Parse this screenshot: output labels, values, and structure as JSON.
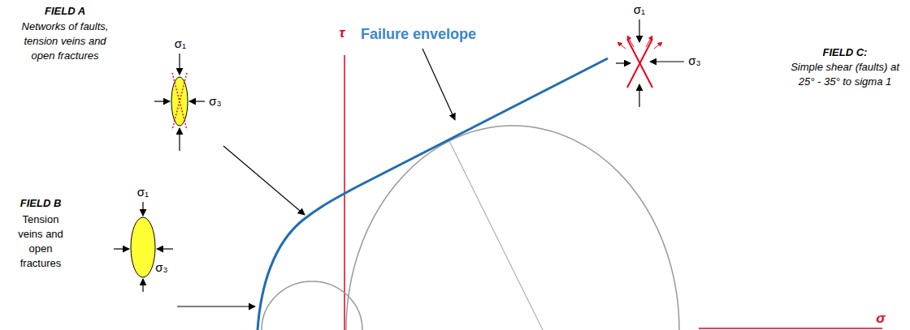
{
  "diagram": {
    "labels": [
      "τ",
      "Failure envelope",
      "FIELD A",
      "Networks of faults, tension veins and open fractures",
      "σ₁",
      "σ₃",
      "FIELD B",
      "Tension veins and open fractures",
      "σ₁",
      "σ₃",
      "FIELD C:",
      "Simple shear (faults) at 25° - 35° to sigma 1",
      "σ₁",
      "σ₃",
      "σ"
    ]
  }
}
